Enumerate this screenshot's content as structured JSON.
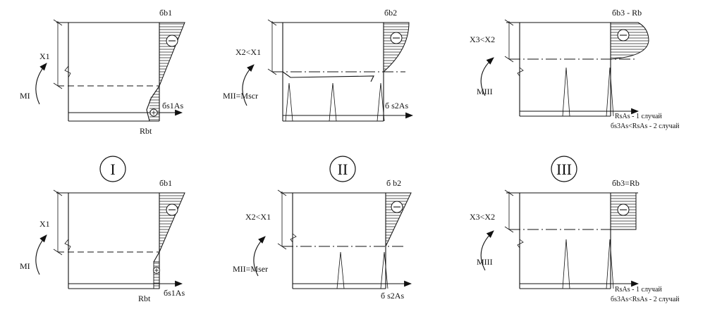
{
  "stage_labels": [
    "I",
    "II",
    "III"
  ],
  "top": {
    "d1": {
      "sigma": "бb1",
      "x": "X1",
      "m": "MI",
      "rbt": "Rbt",
      "steel": "бs1As"
    },
    "d2": {
      "sigma": "бb2",
      "x": "X2<X1",
      "m": "MII=Mscr",
      "steel": "б s2As"
    },
    "d3": {
      "sigma": "бb3 - Rb",
      "x": "X3<X2",
      "m": "MIII",
      "case1": "RsAs - 1 случай",
      "case2": "бs3As<RsAs - 2 случай"
    }
  },
  "bottom": {
    "d1": {
      "sigma": "бb1",
      "x": "X1",
      "m": "MI",
      "rbt": "Rbt",
      "steel": "бs1As"
    },
    "d2": {
      "sigma": "б b2",
      "x": "X2<X1",
      "m": "MII=Mser",
      "steel": "б s2As"
    },
    "d3": {
      "sigma": "бb3=Rb",
      "x": "X3<X2",
      "m": "MIII",
      "case1": "RsAs - 1 случай",
      "case2": "бs3As<RsAs - 2 случай"
    }
  },
  "symbols": {
    "minus": "−",
    "plus": "+"
  }
}
